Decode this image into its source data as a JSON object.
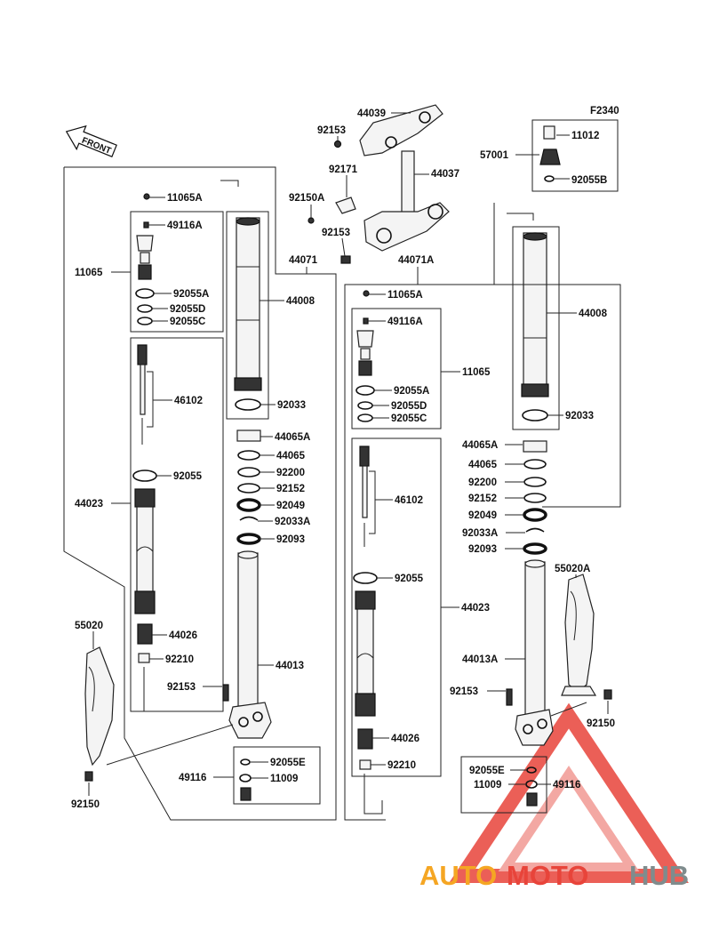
{
  "diagram_code": "F2340",
  "front_label": "FRONT",
  "watermark": {
    "brand_part1": "AUTO",
    "brand_part2": "MOTO",
    "brand_part3": "HUB",
    "color_orange": "#f5a623",
    "color_red": "#e8443a",
    "color_gray": "#7f8c8d"
  },
  "callouts": {
    "top_44039": "44039",
    "top_92153a": "92153",
    "top_92171": "92171",
    "top_44037": "44037",
    "top_92150a": "92150A",
    "top_92153b": "92153",
    "top_57001": "57001",
    "top_11012": "11012",
    "top_92055b": "92055B",
    "left_44071": "44071",
    "right_44071a": "44071A",
    "l_11065a": "11065A",
    "l_49116a": "49116A",
    "l_11065": "11065",
    "l_92055a": "92055A",
    "l_92055d": "92055D",
    "l_92055c": "92055C",
    "l_44008": "44008",
    "l_92033": "92033",
    "l_46102": "46102",
    "l_44065a": "44065A",
    "l_44065": "44065",
    "l_92055": "92055",
    "l_92200": "92200",
    "l_92152": "92152",
    "l_44023": "44023",
    "l_92049": "92049",
    "l_92033a": "92033A",
    "l_92093": "92093",
    "l_55020": "55020",
    "l_44026": "44026",
    "l_92210": "92210",
    "l_44013": "44013",
    "l_92153": "92153",
    "l_92055e": "92055E",
    "l_49116": "49116",
    "l_11009": "11009",
    "l_92150": "92150",
    "r_11065a": "11065A",
    "r_49116a": "49116A",
    "r_11065": "11065",
    "r_92055a": "92055A",
    "r_92055d": "92055D",
    "r_92055c": "92055C",
    "r_44008": "44008",
    "r_92033": "92033",
    "r_44065a": "44065A",
    "r_44065": "44065",
    "r_46102": "46102",
    "r_92200": "92200",
    "r_92152": "92152",
    "r_92049": "92049",
    "r_92033a": "92033A",
    "r_92093": "92093",
    "r_92055": "92055",
    "r_55020a": "55020A",
    "r_44023": "44023",
    "r_44013a": "44013A",
    "r_92153": "92153",
    "r_92150": "92150",
    "r_44026": "44026",
    "r_92210": "92210",
    "r_92055e": "92055E",
    "r_11009": "11009",
    "r_49116": "49116"
  }
}
